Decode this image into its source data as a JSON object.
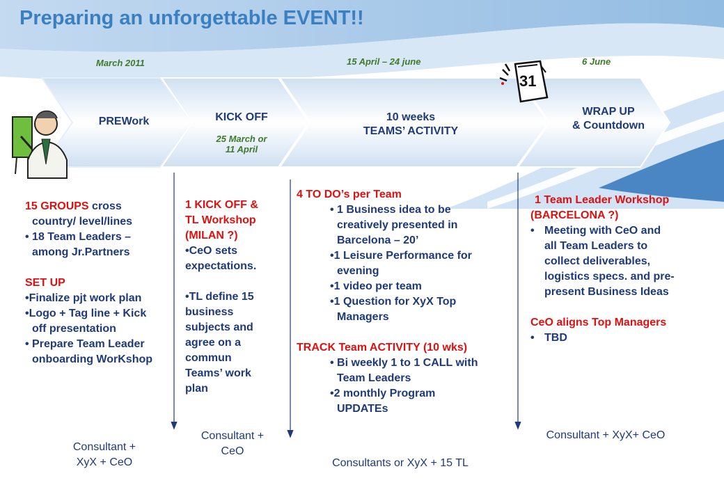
{
  "title": "Preparing an unforgettable EVENT!!",
  "dates": {
    "prework": "March 2011",
    "teams": "15 April – 24 june",
    "wrapup": "6 June"
  },
  "calendar": {
    "day": "31"
  },
  "stages": [
    {
      "label": "PREWork"
    },
    {
      "label": "KICK OFF",
      "sub1": "25 March or",
      "sub2": "11 April"
    },
    {
      "line1": "10 weeks",
      "line2": "TEAMS’ ACTIVITY"
    },
    {
      "line1": "WRAP UP",
      "line2": "& Countdown"
    }
  ],
  "col1": {
    "groups_red": "15 GROUPS",
    "groups_rest": " cross",
    "groups_line2": "country/ level/lines",
    "tl_line1": "• 18 Team Leaders –",
    "tl_line2": "among Jr.Partners",
    "setup": "SET UP",
    "b1": "•Finalize pjt work plan",
    "b2_line1": "•Logo + Tag line + Kick",
    "b2_line2": "off presentation",
    "b3_line1": "• Prepare Team Leader",
    "b3_line2": "onboarding WorKshop"
  },
  "col2": {
    "h1": "1 KICK OFF &",
    "h2": "TL Workshop",
    "h3": "(MILAN ?)",
    "b1_line1": "•CeO sets",
    "b1_line2": "expectations.",
    "b2_line1": "•TL define 15",
    "b2_line2": "business",
    "b2_line3": "subjects and",
    "b2_line4": "agree on a",
    "b2_line5": "commun",
    "b2_line6": "Teams’ work",
    "b2_line7": "plan"
  },
  "col3": {
    "h1": "4 TO DO’s per Team",
    "b1_line1": "• 1 Business idea to be",
    "b1_line2": "creatively presented in",
    "b1_line3": "Barcelona – 20’",
    "b2_line1": "•1 Leisure Performance for",
    "b2_line2": "evening",
    "b3": "•1 video per team",
    "b4_line1": "•1 Question for XyX Top",
    "b4_line2": "Managers",
    "h2": "TRACK Team ACTIVITY (10 wks)",
    "b5_line1": "• Bi weekly 1 to 1 CALL with",
    "b5_line2": "Team Leaders",
    "b6_line1": "•2 monthly Program",
    "b6_line2": "UPDATEs"
  },
  "col4": {
    "h1": "1 Team Leader Workshop",
    "h2": "(BARCELONA ?)",
    "b1_line1": "•",
    "b1_line1_text": "Meeting with CeO and",
    "b1_line2": "all Team Leaders to",
    "b1_line3": "collect deliverables,",
    "b1_line4": "logistics specs. and pre-",
    "b1_line5": "present Business Ideas",
    "h3": "CeO aligns Top Managers",
    "b2_bullet": "•",
    "b2_text": "TBD"
  },
  "footers": {
    "f1_line1": "Consultant +",
    "f1_line2": "XyX + CeO",
    "f2_line1": "Consultant +",
    "f2_line2": "CeO",
    "f3": "Consultants or XyX + 15 TL",
    "f4": "Consultant + XyX+ CeO"
  },
  "colors": {
    "title": "#3a7fc1",
    "navy_text": "#1e3a7a",
    "red_text": "#e01010",
    "date_green": "#3d7a2a",
    "band_blue": "#a8c8e8"
  }
}
